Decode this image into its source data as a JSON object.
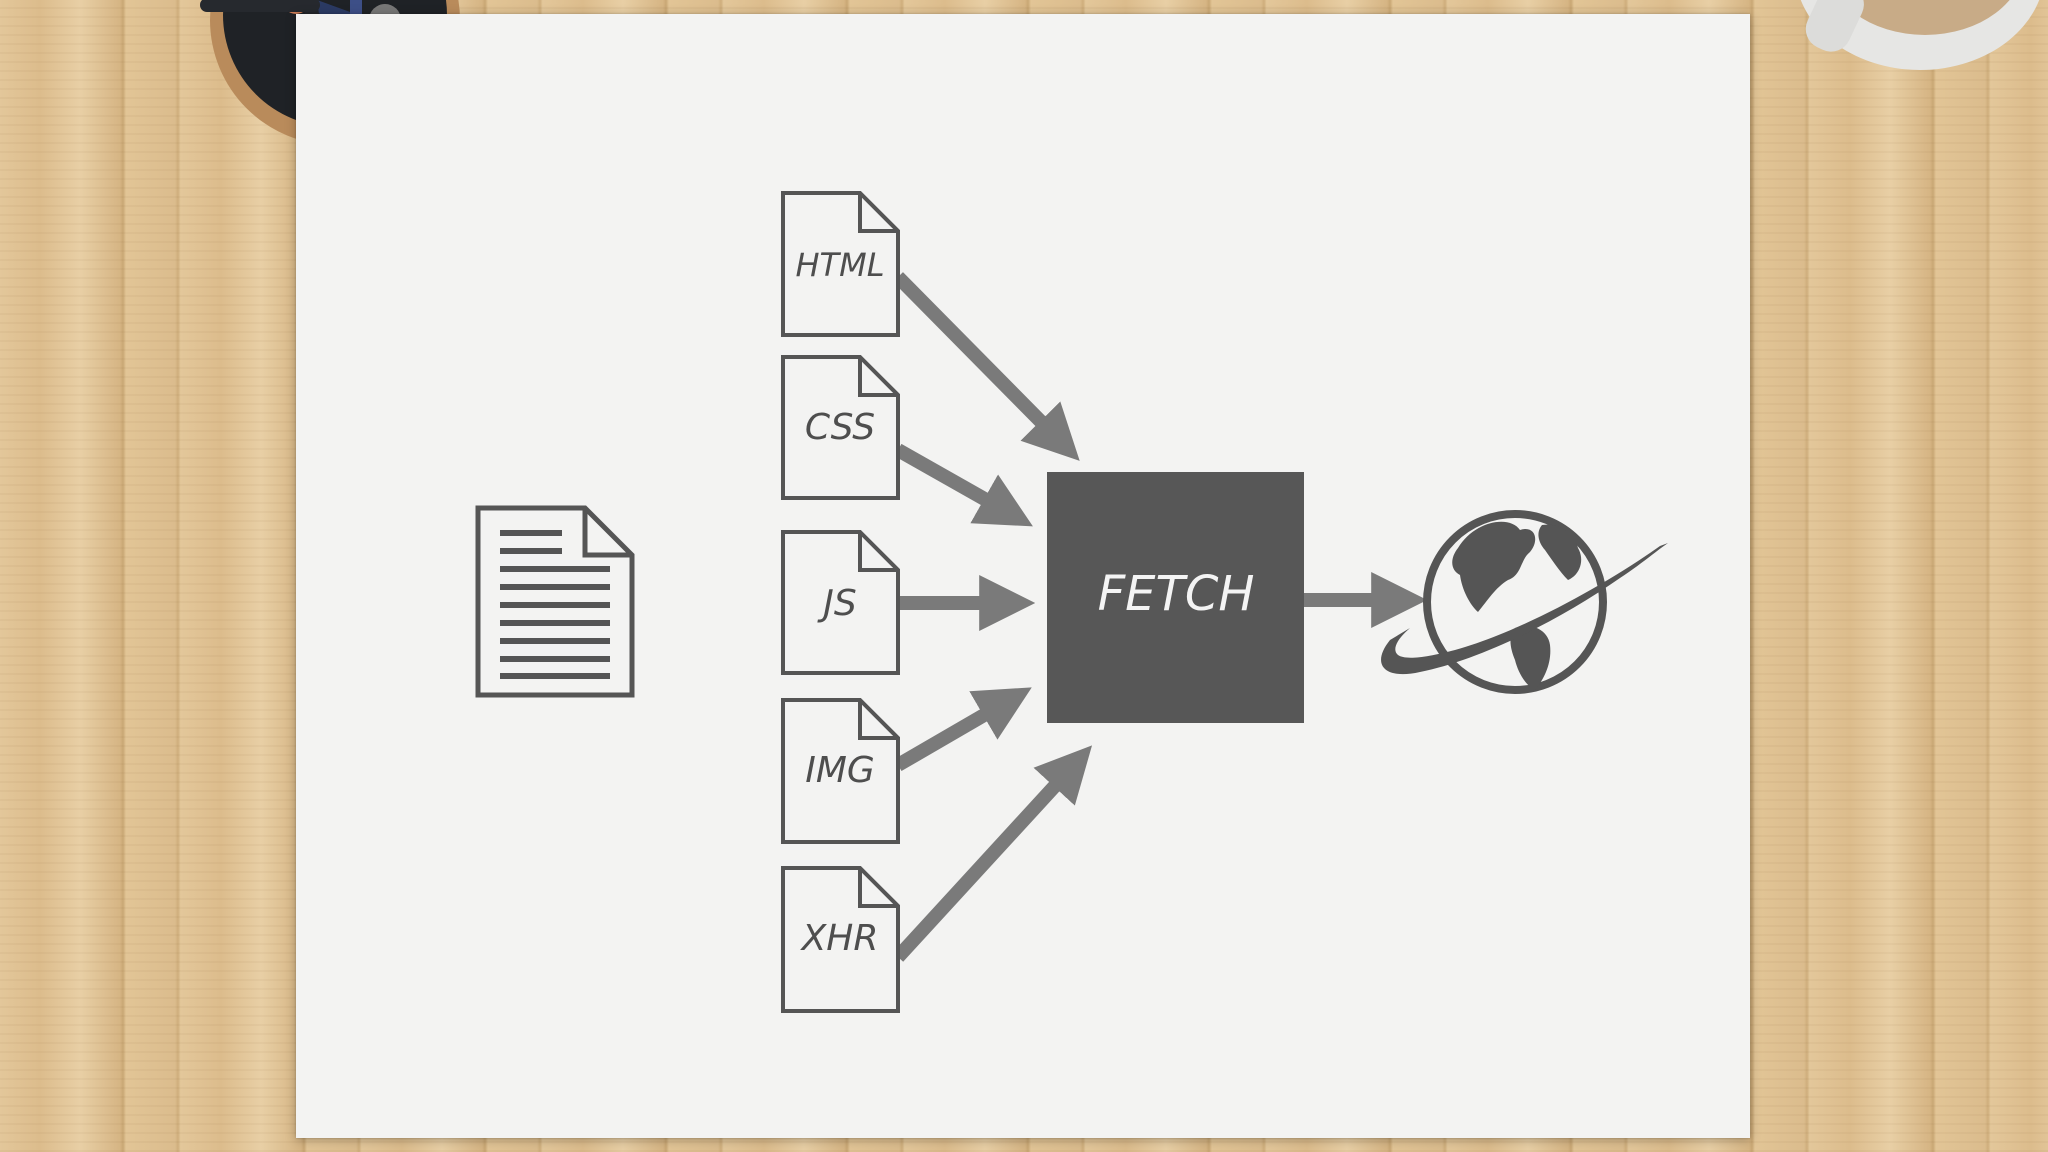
{
  "diagram": {
    "file_types": [
      "HTML",
      "CSS",
      "JS",
      "IMG",
      "XHR"
    ],
    "process_label": "FETCH"
  },
  "colors": {
    "ink": "#555555",
    "arrow": "#7a7a7a",
    "paper": "#f3f3f2"
  },
  "icons": {
    "source_document": "document-icon",
    "destination": "globe-icon"
  }
}
